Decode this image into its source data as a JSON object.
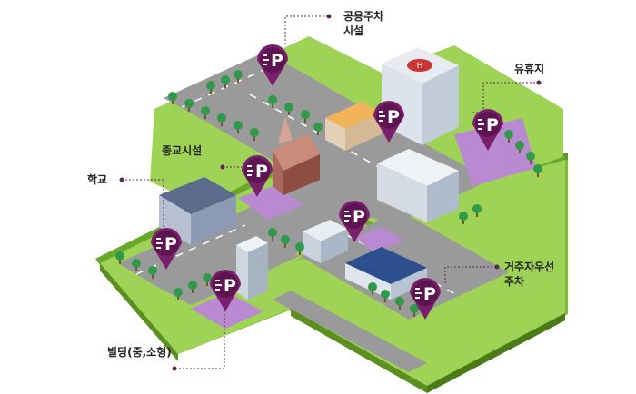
{
  "labels": {
    "public_parking": "공용주차\n시설",
    "vacant_lot": "유휴지",
    "religious": "종교시설",
    "school": "학교",
    "resident_parking": "거주자우선\n주차",
    "building": "빌딩(중,소형)"
  },
  "colors": {
    "pin": "#7a1f6b",
    "pin_dark": "#5e1453",
    "parking_area": "#b98ad1",
    "grass": "#8cc63f",
    "road": "#9a9a9a",
    "leader": "#5a2a55"
  },
  "pins": [
    {
      "name": "pin-public-parking",
      "glyph": "P"
    },
    {
      "name": "pin-lodging",
      "glyph": "P"
    },
    {
      "name": "pin-vacant-lot",
      "glyph": "P"
    },
    {
      "name": "pin-religious",
      "glyph": "P"
    },
    {
      "name": "pin-school",
      "glyph": "P"
    },
    {
      "name": "pin-center",
      "glyph": "P"
    },
    {
      "name": "pin-building",
      "glyph": "P"
    },
    {
      "name": "pin-resident",
      "glyph": "P"
    }
  ]
}
